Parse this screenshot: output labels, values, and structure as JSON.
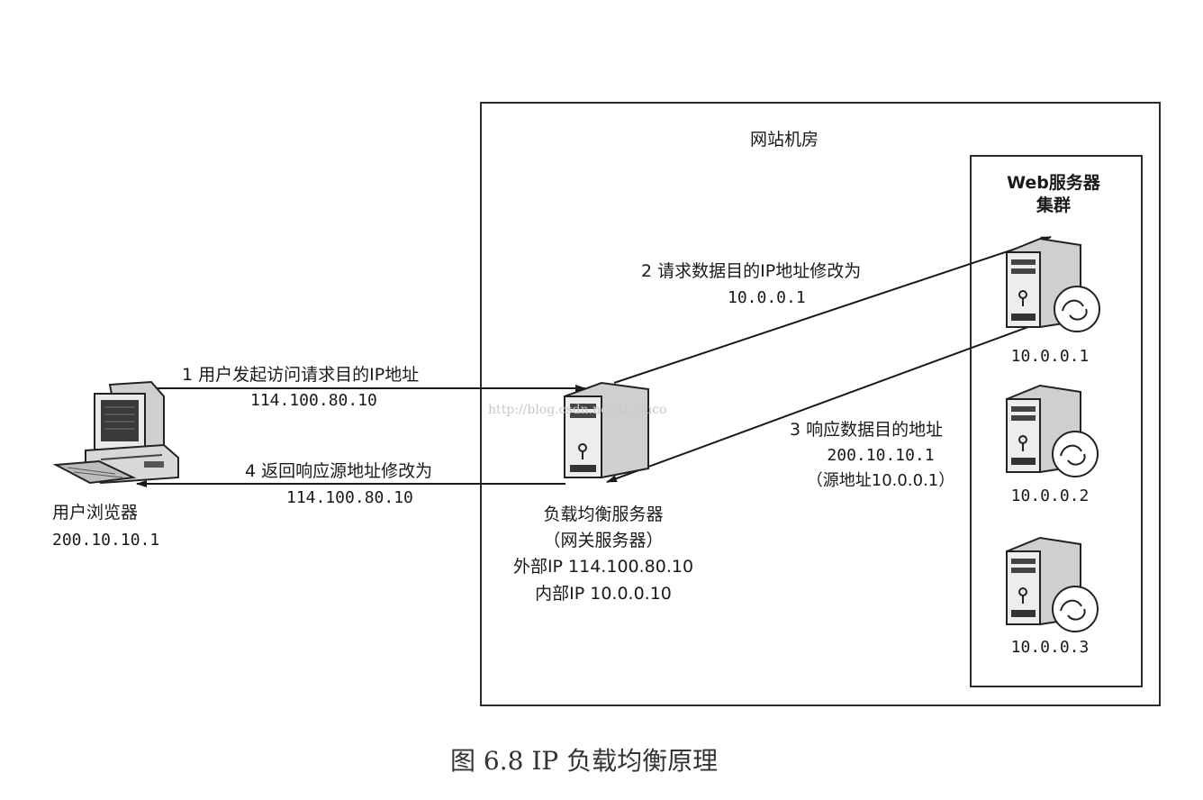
{
  "datacenter": {
    "title": "网站机房"
  },
  "cluster": {
    "title_line1": "Web服务器",
    "title_line2": "集群"
  },
  "client": {
    "name": "用户浏览器",
    "ip": "200.10.10.1"
  },
  "load_balancer": {
    "name": "负载均衡服务器",
    "alias": "（网关服务器）",
    "external_ip": "外部IP 114.100.80.10",
    "internal_ip": "内部IP 10.0.0.10"
  },
  "servers": [
    {
      "ip": "10.0.0.1"
    },
    {
      "ip": "10.0.0.2"
    },
    {
      "ip": "10.0.0.3"
    }
  ],
  "steps": [
    {
      "line1": "1 用户发起访问请求目的IP地址",
      "line2": "114.100.80.10"
    },
    {
      "line1": "2 请求数据目的IP地址修改为",
      "line2": "10.0.0.1"
    },
    {
      "line1": "3 响应数据目的地址",
      "line2": "200.10.10.1",
      "line3": "（源地址10.0.0.1）"
    },
    {
      "line1": "4 返回响应源地址修改为",
      "line2": "114.100.80.10"
    }
  ],
  "watermark": "http://blog.csdn.net/D_Guco",
  "caption": "图 6.8   IP 负载均衡原理"
}
